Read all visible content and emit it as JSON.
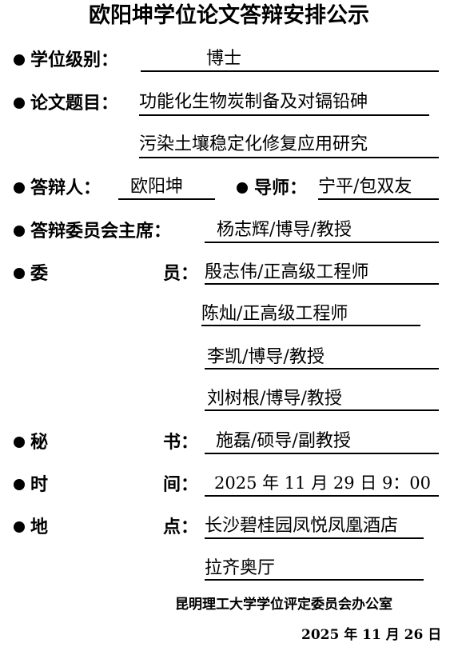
{
  "title": "欧阳坤学位论文答辩安排公示",
  "degree": {
    "label": "学位级别：",
    "value": "博士"
  },
  "thesis": {
    "label": "论文题目：",
    "line1": "功能化生物炭制备及对镉铅砷",
    "line2": "污染土壤稳定化修复应用研究"
  },
  "candidate": {
    "label": "答辩人：",
    "value": "欧阳坤"
  },
  "advisor": {
    "label": "导师：",
    "value": "宁平/包双友"
  },
  "chair": {
    "label": "答辩委员会主席：",
    "value": "杨志辉/博导/教授"
  },
  "members": {
    "label_a": "委",
    "label_b": "员：",
    "list": [
      "殷志伟/正高级工程师",
      "陈灿/正高级工程师",
      "李凯/博导/教授",
      "刘树根/博导/教授"
    ]
  },
  "secretary": {
    "label_a": "秘",
    "label_b": "书：",
    "value": "施磊/硕导/副教授"
  },
  "time": {
    "label_a": "时",
    "label_b": "间：",
    "value": "2025 年 11 月 29 日  9：00"
  },
  "location": {
    "label_a": "地",
    "label_b": "点：",
    "line1": "长沙碧桂园凤悦凤凰酒店",
    "line2": "拉齐奥厅"
  },
  "footer": {
    "org": "昆明理工大学学位评定委员会办公室",
    "date": "2025 年 11 月 26 日"
  }
}
